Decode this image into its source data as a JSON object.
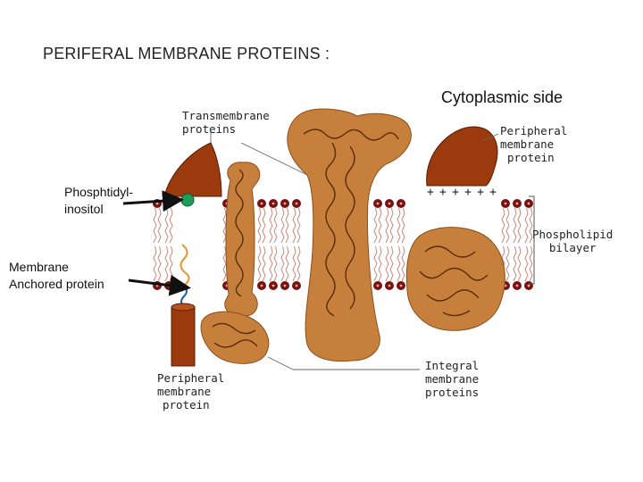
{
  "slide": {
    "title": "PERIFERAL MEMBRANE PROTEINS :"
  },
  "diagram": {
    "cytoplasmic_side": "Cytoplasmic side",
    "labels": {
      "transmembrane_line1": "Transmembrane",
      "transmembrane_line2": "proteins",
      "peripheral_top_line1": "Peripheral",
      "peripheral_top_line2": "membrane",
      "peripheral_top_line3": "protein",
      "bilayer_line1": "Phospholipid",
      "bilayer_line2": "bilayer",
      "integral_line1": "Integral",
      "integral_line2": "membrane",
      "integral_line3": "proteins",
      "peripheral_bottom_line1": "Peripheral",
      "peripheral_bottom_line2": "membrane",
      "peripheral_bottom_line3": "protein",
      "phosphatidylinositol_line1": "Phosphtidyl-",
      "phosphatidylinositol_line2": "inositol",
      "anchored_line1": "Membrane",
      "anchored_line2": "Anchored protein"
    },
    "charges": "++++++",
    "colors": {
      "protein": "#c7803b",
      "peripheral_protein": "#9b3a0c",
      "lipid_head": "#7a1010",
      "tail": "#c78a7a",
      "gpi_anchor": "#1e9e55"
    }
  }
}
